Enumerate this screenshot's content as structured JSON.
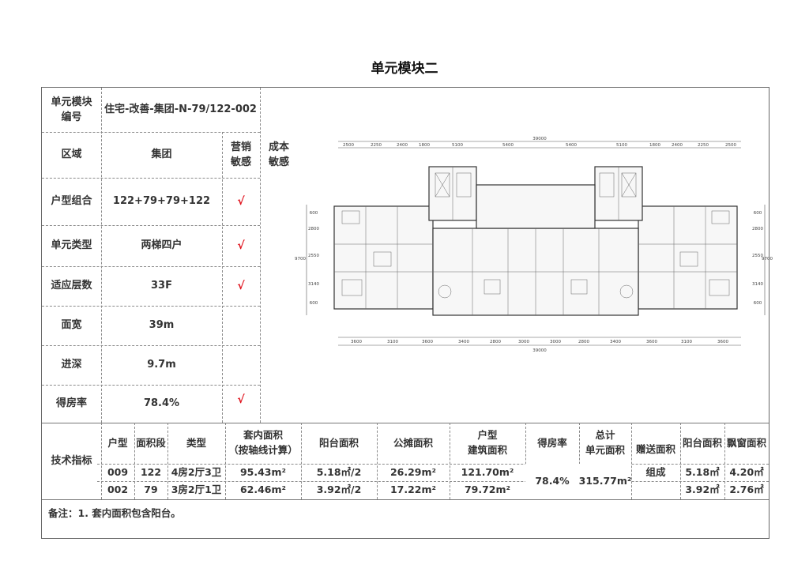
{
  "title": "单元模块二",
  "info": {
    "code_label": "单元模块\n编号",
    "code_value": "住宅-改善-集团-N-79/122-002",
    "region_label": "区域",
    "region_value": "集团",
    "marketing_sensitive": "营销\n敏感",
    "cost_sensitive": "成本\n敏感",
    "combo_label": "户型组合",
    "combo_value": "122+79+79+122",
    "type_label": "单元类型",
    "type_value": "两梯四户",
    "floors_label": "适应层数",
    "floors_value": "33F",
    "width_label": "面宽",
    "width_value": "39m",
    "depth_label": "进深",
    "depth_value": "9.7m",
    "efficiency_label": "得房率",
    "efficiency_value": "78.4%",
    "check": "√"
  },
  "tech": {
    "label": "技术指标",
    "headers": {
      "unit": "户型",
      "area_range": "面积段",
      "type": "类型",
      "inner_area": "套内面积\n（按轴线计算）",
      "balcony": "阳台面积",
      "shared": "公摊面积",
      "building_area": "户型\n建筑面积",
      "efficiency": "得房率",
      "total": "总计\n单元面积",
      "gift": "赠送面积\n组成",
      "gift_balcony": "阳台面积",
      "gift_window": "飘窗面积"
    },
    "rows": [
      {
        "unit": "009",
        "area": "122",
        "type": "4房2厅3卫",
        "inner": "95.43m²",
        "balcony": "5.18㎡/2",
        "shared": "26.29m²",
        "building": "121.70m²",
        "gift_balcony": "5.18㎡",
        "gift_window": "4.20㎡"
      },
      {
        "unit": "002",
        "area": "79",
        "type": "3房2厅1卫",
        "inner": "62.46m²",
        "balcony": "3.92㎡/2",
        "shared": "17.22m²",
        "building": "79.72m²",
        "gift_balcony": "3.92㎡",
        "gift_window": "2.76㎡"
      }
    ],
    "efficiency": "78.4%",
    "total": "315.77m²"
  },
  "note": "备注：1. 套内面积包含阳台。",
  "plan": {
    "top_total": "39000",
    "bottom_total": "39000",
    "top_dims": [
      "2500",
      "2250",
      "2400",
      "1800",
      "5100",
      "5400",
      "5400",
      "5100",
      "1800",
      "2400",
      "2250",
      "2500"
    ],
    "bottom_dims": [
      "3600",
      "3100",
      "3600",
      "3400",
      "2800",
      "3000",
      "3000",
      "2800",
      "3400",
      "3600",
      "3100",
      "3600"
    ],
    "left_dims": [
      "600",
      "2800",
      "2550",
      "3140",
      "600"
    ],
    "right_dims": [
      "600",
      "2800",
      "2550",
      "3140",
      "600"
    ],
    "side_total": "9700"
  }
}
